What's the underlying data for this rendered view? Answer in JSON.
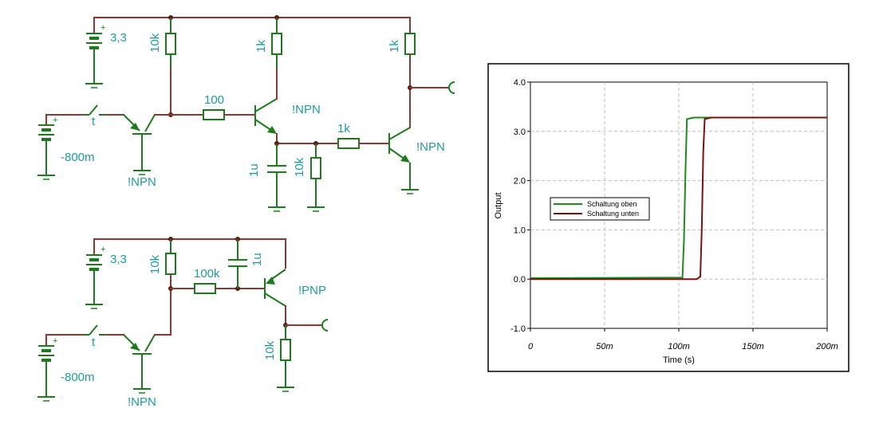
{
  "circuit_top": {
    "battery_supply_label": "3,3",
    "battery_input_label": "-800m",
    "resistor_pullup_label": "10k",
    "resistor_base_label": "100",
    "resistor_collector_label": "1k",
    "resistor_output_label": "1k",
    "resistor_coupling_label": "1k",
    "capacitor_label": "1u",
    "resistor_shunt_label": "10k",
    "transistor_input_label": "!NPN",
    "transistor_middle_label": "!NPN",
    "transistor_output_label": "!NPN",
    "switch_label": "t"
  },
  "circuit_bottom": {
    "battery_supply_label": "3,3",
    "battery_input_label": "-800m",
    "resistor_pullup_label": "10k",
    "resistor_base_label": "100k",
    "capacitor_label": "1u",
    "resistor_load_label": "10k",
    "transistor_input_label": "!NPN",
    "transistor_pnp_label": "!PNP",
    "switch_label": "t"
  },
  "chart_data": {
    "type": "line",
    "xlabel": "Time (s)",
    "ylabel": "Output",
    "xlim": [
      0,
      0.2
    ],
    "ylim": [
      -1.0,
      4.0
    ],
    "x_ticks": [
      "0",
      "50m",
      "100m",
      "150m",
      "200m"
    ],
    "y_ticks": [
      "-1.0",
      "0.0",
      "1.0",
      "2.0",
      "3.0",
      "4.0"
    ],
    "grid": true,
    "legend_position": "left-middle",
    "series": [
      {
        "name": "Schaltung oben",
        "color": "#1f8a1f",
        "points": [
          [
            0,
            0.02
          ],
          [
            0.1025,
            0.03
          ],
          [
            0.1035,
            0.8
          ],
          [
            0.1045,
            2.2
          ],
          [
            0.1055,
            3.25
          ],
          [
            0.11,
            3.28
          ],
          [
            0.2,
            3.28
          ]
        ]
      },
      {
        "name": "Schaltung unten",
        "color": "#7a1010",
        "points": [
          [
            0,
            0.0
          ],
          [
            0.112,
            0.0
          ],
          [
            0.1145,
            0.05
          ],
          [
            0.1155,
            1.0
          ],
          [
            0.1165,
            2.6
          ],
          [
            0.1175,
            3.25
          ],
          [
            0.122,
            3.28
          ],
          [
            0.2,
            3.28
          ]
        ]
      }
    ]
  }
}
